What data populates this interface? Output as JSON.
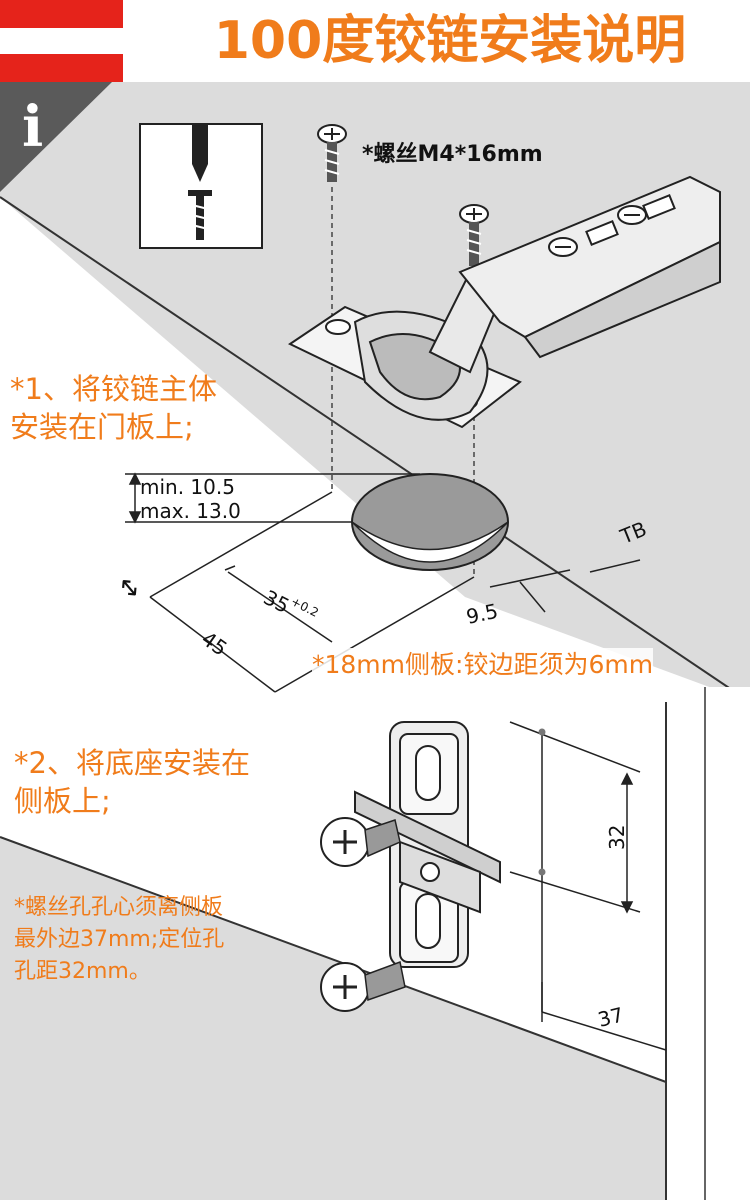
{
  "header": {
    "title": "100度铰链安装说明",
    "flag_colors": [
      "#e5231b",
      "#ffffff",
      "#e5231b"
    ],
    "accent": "#f07c1b"
  },
  "info_badge": {
    "glyph": "i"
  },
  "screw_note": "*螺丝M4*16mm",
  "step1": {
    "line1": "*1、将铰链主体",
    "line2": "安装在门板上;"
  },
  "dimensions": {
    "min": "min. 10.5",
    "max": "max. 13.0",
    "d35": "35",
    "d35_tol": "+0.2",
    "d45": "45",
    "d95": "9.5",
    "tb": "TB",
    "d32": "32",
    "d37": "37"
  },
  "side_note": "*18mm侧板:铰边距须为6mm",
  "step2": {
    "line1": "*2、将底座安装在",
    "line2": "侧板上;"
  },
  "hole_note": {
    "line1": "*螺丝孔孔心须离侧板",
    "line2": "最外边37mm;定位孔",
    "line3": "孔距32mm。"
  }
}
